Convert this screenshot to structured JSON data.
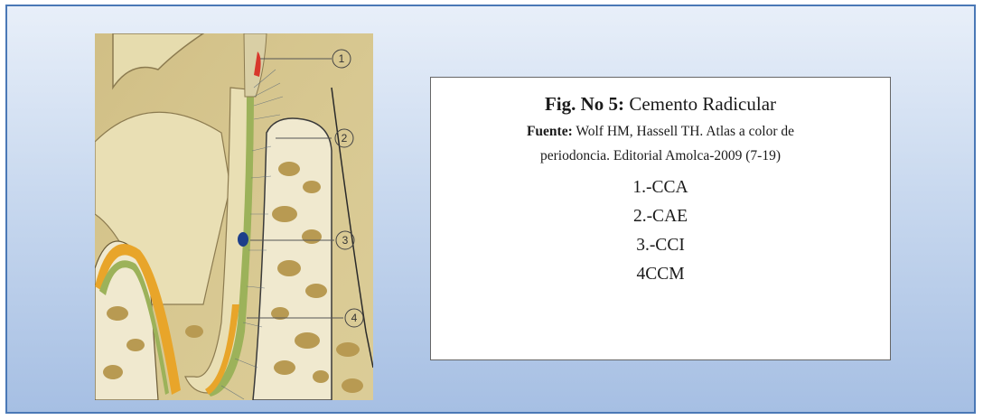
{
  "figure": {
    "title_bold": "Fig. No 5:",
    "title_text": "Cemento Radicular",
    "source_bold": "Fuente:",
    "source_line1": "Wolf HM, Hassell TH. Atlas a color de",
    "source_line2": "periodoncia. Editorial Amolca-2009 (7-19)",
    "items": [
      "1.-CCA",
      "2.-CAE",
      "3.-CCI",
      "4CCM"
    ]
  },
  "image": {
    "callouts": [
      "1",
      "2",
      "3",
      "4"
    ]
  },
  "colors": {
    "frame_border": "#4a78b6",
    "background_top": "#e8eff9",
    "background_bottom": "#a6bfe3"
  }
}
